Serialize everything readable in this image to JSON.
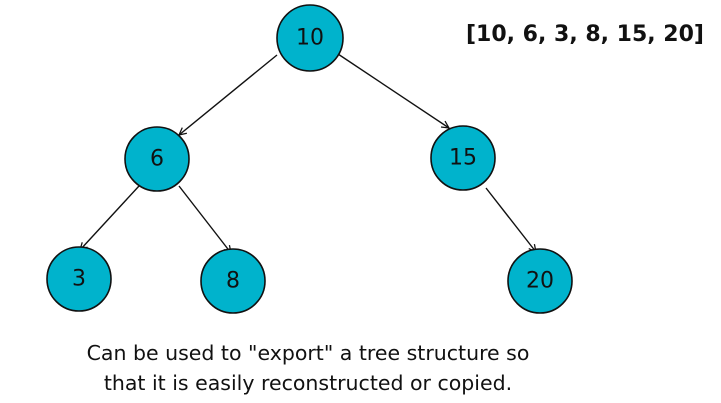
{
  "array_label": "[10, 6, 3, 8, 15, 20]",
  "caption": {
    "line1": "Can be used to \"export\" a tree structure so",
    "line2": "that it is easily reconstructed or copied."
  },
  "tree": {
    "nodes": [
      {
        "id": "n10",
        "label": "10"
      },
      {
        "id": "n6",
        "label": "6"
      },
      {
        "id": "n15",
        "label": "15"
      },
      {
        "id": "n3",
        "label": "3"
      },
      {
        "id": "n8",
        "label": "8"
      },
      {
        "id": "n20",
        "label": "20"
      }
    ],
    "edges": [
      {
        "from": "n10",
        "to": "n6"
      },
      {
        "from": "n10",
        "to": "n15"
      },
      {
        "from": "n6",
        "to": "n3"
      },
      {
        "from": "n6",
        "to": "n8"
      },
      {
        "from": "n15",
        "to": "n20"
      }
    ]
  },
  "colors": {
    "node_fill": "#00b3cc",
    "node_stroke": "#111111",
    "text": "#111111"
  }
}
